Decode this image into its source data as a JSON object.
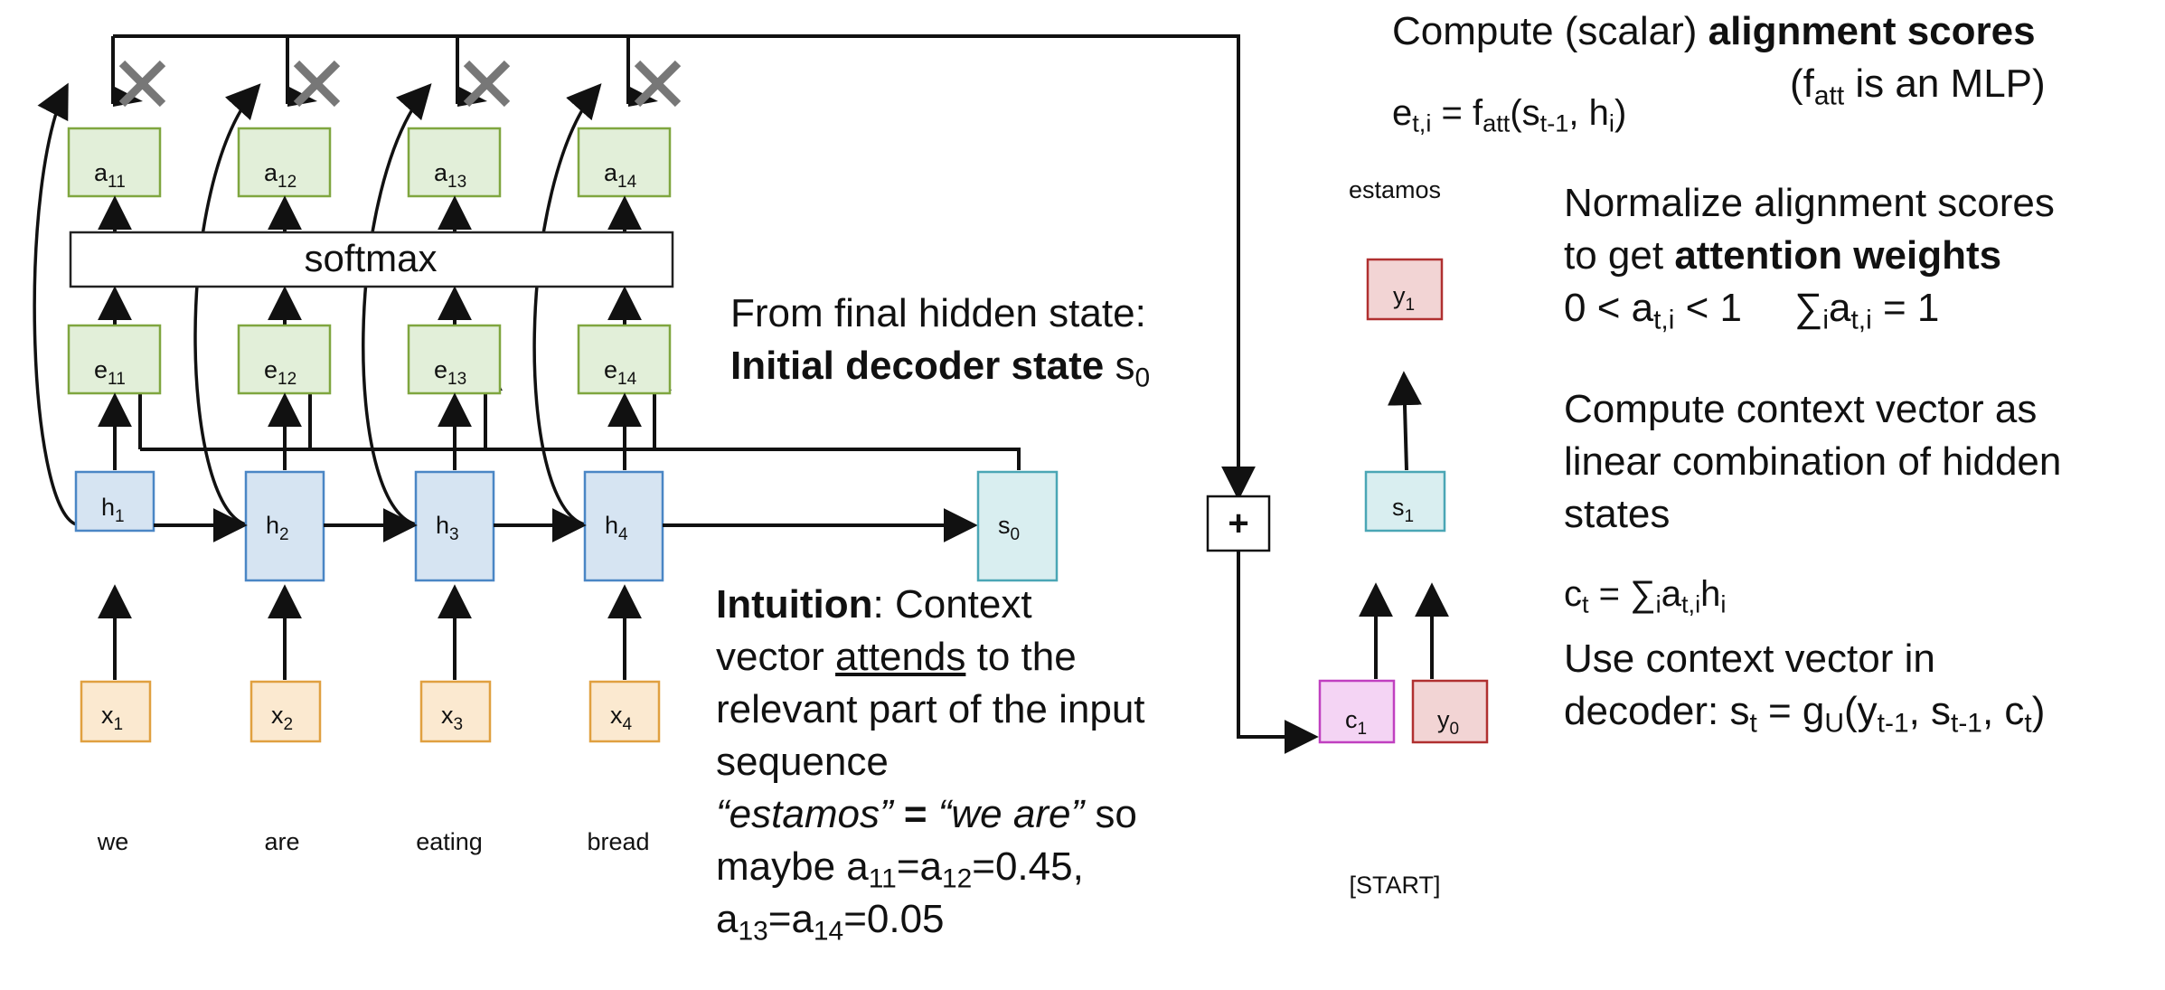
{
  "colors": {
    "a_fill": "#e2efd9",
    "a_stroke": "#7fa63f",
    "e_fill": "#e2efd9",
    "e_stroke": "#7fa63f",
    "h_fill": "#d6e4f2",
    "h_stroke": "#4a86c5",
    "x_fill": "#fbe9d0",
    "x_stroke": "#e0a040",
    "s_fill": "#d9eef0",
    "s_stroke": "#4aa6b5",
    "y_fill": "#f2d4d4",
    "y_stroke": "#b03030",
    "c_fill": "#f4d4f4",
    "c_stroke": "#c040c0",
    "arrow": "#111111",
    "cross": "#777777"
  },
  "encoder": {
    "columns": [
      {
        "word": "we",
        "x_label": "x",
        "x_sub": "1",
        "h_label": "h",
        "h_sub": "1",
        "e_label": "e",
        "e_sub": "11",
        "a_label": "a",
        "a_sub": "11"
      },
      {
        "word": "are",
        "x_label": "x",
        "x_sub": "2",
        "h_label": "h",
        "h_sub": "2",
        "e_label": "e",
        "e_sub": "12",
        "a_label": "a",
        "a_sub": "12"
      },
      {
        "word": "eating",
        "x_label": "x",
        "x_sub": "3",
        "h_label": "h",
        "h_sub": "3",
        "e_label": "e",
        "e_sub": "13",
        "a_label": "a",
        "a_sub": "13"
      },
      {
        "word": "bread",
        "x_label": "x",
        "x_sub": "4",
        "h_label": "h",
        "h_sub": "4",
        "e_label": "e",
        "e_sub": "14",
        "a_label": "a",
        "a_sub": "14"
      }
    ],
    "softmax_label": "softmax",
    "s0_label": "s",
    "s0_sub": "0"
  },
  "decoder": {
    "plus_label": "+",
    "c1_label": "c",
    "c1_sub": "1",
    "y0_label": "y",
    "y0_sub": "0",
    "s1_label": "s",
    "s1_sub": "1",
    "y1_label": "y",
    "y1_sub": "1",
    "output_word": "estamos",
    "start_word": "[START]"
  },
  "annotations": {
    "final_hidden_line1": "From final hidden state:",
    "final_hidden_bold": "Initial decoder state",
    "final_hidden_tail": " s",
    "final_hidden_sub": "0",
    "intuition_bold": "Intuition",
    "intuition_l1_tail": ": Context",
    "intuition_l2_pre": "vector ",
    "intuition_l2_underline": "attends",
    "intuition_l2_post": " to the",
    "intuition_l3": "relevant part of the input",
    "intuition_l4": "sequence",
    "intuition_l5_q1": "“estamos”",
    "intuition_l5_eq": " = ",
    "intuition_l5_q2": "“we are”",
    "intuition_l5_tail": "  so",
    "intuition_l6_pre": "maybe a",
    "intuition_l6_s1": "11",
    "intuition_l6_mid": "=a",
    "intuition_l6_s2": "12",
    "intuition_l6_tail": "=0.45,",
    "intuition_l7_a": "a",
    "intuition_l7_s1": "13",
    "intuition_l7_mid": "=a",
    "intuition_l7_s2": "14",
    "intuition_l7_tail": "=0.05"
  },
  "right_panel": {
    "align_pre": "Compute (scalar) ",
    "align_bold": "alignment scores",
    "fatt_open": "(f",
    "fatt_sub": "att",
    "fatt_tail": " is an MLP)",
    "eq_e": "e",
    "eq_e_sub": "t,i",
    "eq_mid": " = f",
    "eq_f_sub": "att",
    "eq_s": "(s",
    "eq_s_sub": "t-1",
    "eq_h": ", h",
    "eq_h_sub": "i",
    "eq_close": ")",
    "norm_l1": "Normalize alignment scores",
    "norm_l2_pre": "to get ",
    "norm_l2_bold": "attention weights",
    "norm_l3_a": "0 < a",
    "norm_l3_a_sub": "t,i",
    "norm_l3_b": " < 1",
    "norm_l3_sum": "∑",
    "norm_l3_sum_sub": "i",
    "norm_l3_c": "a",
    "norm_l3_c_sub": "t,i",
    "norm_l3_d": " = 1",
    "ctx_l1": "Compute context vector as",
    "ctx_l2": "linear combination of hidden",
    "ctx_l3": "states",
    "ct_c": "c",
    "ct_c_sub": "t",
    "ct_mid": " = ∑",
    "ct_i_sub": "i",
    "ct_a": "a",
    "ct_a_sub": "t,i",
    "ct_h": "h",
    "ct_h_sub": "i",
    "use_l1": "Use context vector in",
    "use_l2_pre": "decoder: s",
    "use_l2_s_sub": "t",
    "use_l2_mid": " = g",
    "use_l2_g_sub": "U",
    "use_l2_y": "(y",
    "use_l2_y_sub": "t-1",
    "use_l2_s2": ", s",
    "use_l2_s2_sub": "t-1",
    "use_l2_c": ", c",
    "use_l2_c_sub": "t",
    "use_l2_close": ")"
  }
}
